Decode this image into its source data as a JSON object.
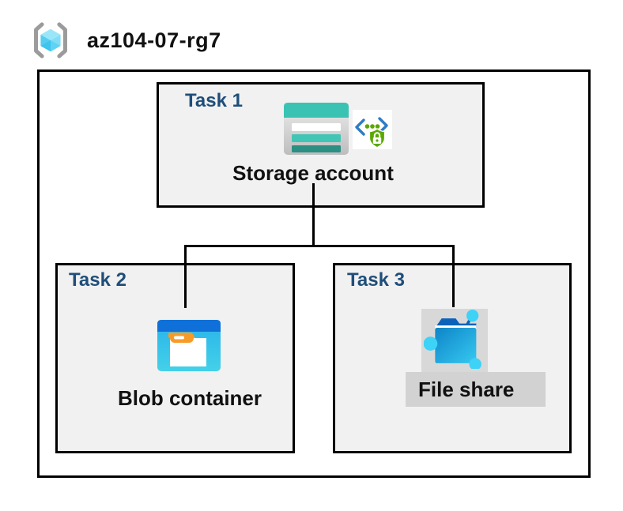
{
  "header": {
    "title": "az104-07-rg7",
    "icon": "resource-group-icon"
  },
  "tasks": [
    {
      "label": "Task 1",
      "resource": "Storage account",
      "icons": [
        "storage-account-icon",
        "secure-access-lock-icon"
      ]
    },
    {
      "label": "Task 2",
      "resource": "Blob container",
      "icons": [
        "blob-container-icon"
      ]
    },
    {
      "label": "Task 3",
      "resource": "File share",
      "icons": [
        "file-share-icon"
      ]
    }
  ],
  "connections": [
    {
      "from": "Storage account",
      "to": "Blob container"
    },
    {
      "from": "Storage account",
      "to": "File share"
    }
  ],
  "colors": {
    "task_label": "#1f4e79",
    "box_fill": "#f1f1f1",
    "box_border": "#000000",
    "storage_teal": "#3ac3b3",
    "storage_teal_dark": "#2b8f84",
    "blob_blue_bar": "#0e70d8",
    "blob_body_blue": "#2cb3e9",
    "tab_orange": "#f79b28",
    "sas_green": "#5ba800",
    "sas_chevron_blue": "#2e7cc4",
    "fileshare_flap_blue": "#0a62ba",
    "fileshare_node_cyan": "#3ed2f7",
    "gray_label_bg": "#d2d2d2"
  }
}
